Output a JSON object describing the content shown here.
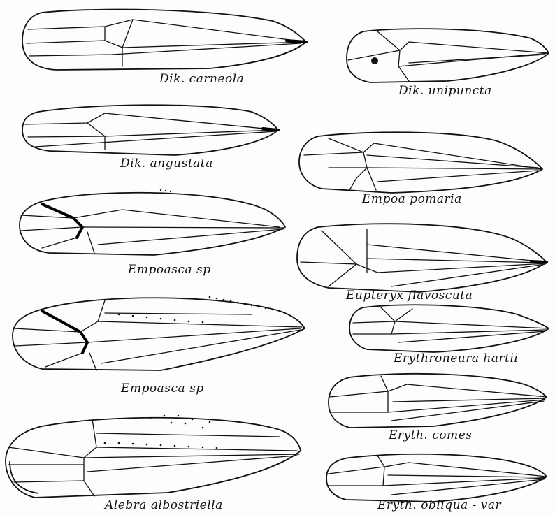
{
  "plate": {
    "labels": {
      "dik_carneola": "Dik. carneola",
      "dik_unipuncta": "Dik. unipuncta",
      "dik_angustata": "Dik. angustata",
      "empoa_pomaria": "Empoa pomaria",
      "empoasca_sp_1": "Empoasca sp",
      "eupteryx_flavoscuta": "Eupteryx flavoscuta",
      "erythroneura_hartii": "Erythroneura hartii",
      "empoasca_sp_2": "Empoasca sp",
      "eryth_comes": "Eryth. comes",
      "alebra_albostriella": "Alebra albostriella",
      "eryth_obliqua_var": "Eryth. obliqua - var"
    }
  }
}
